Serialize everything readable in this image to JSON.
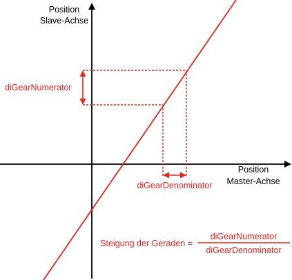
{
  "colors": {
    "accent": "#e8231f",
    "axis": "#000000",
    "background": "#ffffff"
  },
  "y_axis": {
    "label_line1": "Position",
    "label_line2": "Slave-Achse"
  },
  "x_axis": {
    "label_line1": "Position",
    "label_line2": "Master-Achse"
  },
  "numerator_label": "diGearNumerator",
  "denominator_label": "diGearDenominator",
  "formula": {
    "lhs": "Steigung der Geraden =",
    "numerator": "diGearNumerator",
    "denominator": "diGearDenominator"
  }
}
